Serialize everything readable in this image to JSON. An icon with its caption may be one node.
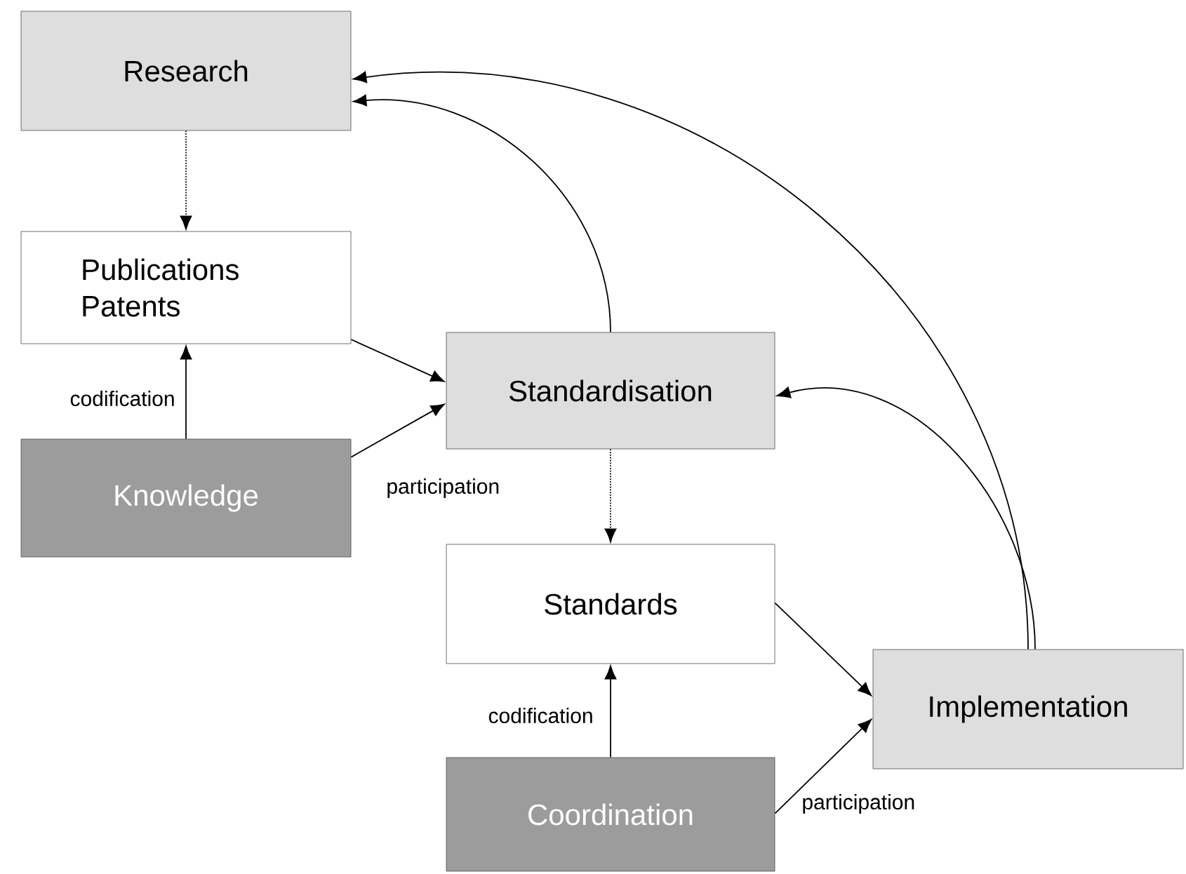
{
  "diagram": {
    "nodes": [
      {
        "text": [
          "Research"
        ]
      },
      {
        "text": [
          "Publications Patents"
        ]
      },
      {
        "text": [
          "Standardisation"
        ]
      },
      {
        "text": [
          "Knowledge"
        ]
      },
      {
        "text": [
          "Standards"
        ]
      },
      {
        "text": [
          "Implementation"
        ]
      },
      {
        "text": [
          "Coordination"
        ]
      }
    ],
    "edges": [
      {
        "from": 0,
        "to": 1,
        "arrow": "to",
        "style": "dashed"
      },
      {
        "from": 3,
        "to": 1,
        "arrow": "to",
        "label": "codification"
      },
      {
        "from": 1,
        "to": 2,
        "arrow": "to"
      },
      {
        "from": 3,
        "to": 2,
        "arrow": "to",
        "label": "participation"
      },
      {
        "from": 2,
        "to": 0,
        "arrow": "to"
      },
      {
        "from": 5,
        "to": 0,
        "arrow": "to"
      },
      {
        "from": 5,
        "to": 2,
        "arrow": "to"
      },
      {
        "from": 2,
        "to": 4,
        "arrow": "to",
        "style": "dashed"
      },
      {
        "from": 6,
        "to": 4,
        "arrow": "to",
        "label": "codification"
      },
      {
        "from": 4,
        "to": 5,
        "arrow": "to"
      },
      {
        "from": 6,
        "to": 5,
        "arrow": "to",
        "label": "participation"
      }
    ]
  }
}
